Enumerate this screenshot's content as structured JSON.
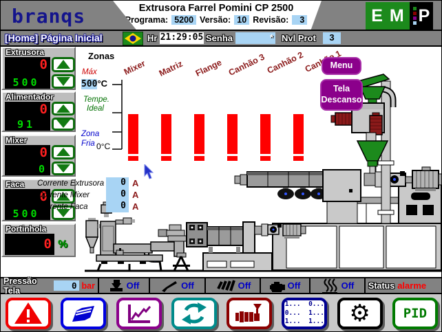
{
  "header": {
    "brand": "branqs",
    "title": "Extrusora Farrel Pomini CP 2500",
    "programa_label": "Programa:",
    "programa_value": "5200",
    "versao_label": "Versão:",
    "versao_value": "10",
    "revisao_label": "Revisão:",
    "revisao_value": "3",
    "logo": {
      "e": "E",
      "m": "M",
      "p": "P"
    }
  },
  "navbar": {
    "home": "[Home] Página Inicial",
    "hr_label": "Hr",
    "time": "21:29:05",
    "senha_label": "Senha",
    "senha_mask": "*",
    "nvl_label": "Nvl Prot",
    "nvl_value": "3"
  },
  "sidebar": {
    "panels": [
      {
        "label": "Extrusora",
        "value_red": "0",
        "value_green": "500"
      },
      {
        "label": "Alimentador",
        "value_red": "0",
        "value_green": "91"
      },
      {
        "label": "Mixer",
        "value_red": "0",
        "value_green": "0"
      },
      {
        "label": "Faca",
        "value_red": "0",
        "value_green": "500"
      },
      {
        "label": "Portinhola",
        "value_red": "0",
        "unit": "%"
      }
    ]
  },
  "zones": {
    "title": "Zonas",
    "labels": [
      "Mixer",
      "Matriz",
      "Flange",
      "Canhão 3",
      "Canhão 2",
      "Canhão 1"
    ],
    "scale": {
      "max_label": "Máx",
      "max_value": "500",
      "max_unit": "°C",
      "ideal_line1": "Tempe.",
      "ideal_line2": "Ideal",
      "cold_line1": "Zona",
      "cold_line2": "Fria",
      "min_value": "0",
      "min_unit": "°C"
    },
    "bar_color": "#FF0000",
    "bar_heights_pct": [
      75,
      75,
      75,
      75,
      75,
      75
    ]
  },
  "correntes": [
    {
      "label": "Corrente Extrusora",
      "value": "0",
      "unit": "A"
    },
    {
      "label": "Corrente Mixer",
      "value": "0",
      "unit": "A"
    },
    {
      "label": "Corrente Faca",
      "value": "0",
      "unit": "A"
    }
  ],
  "side_buttons": {
    "menu": "Menu",
    "descanso_line1": "Tela",
    "descanso_line2": "Descanso"
  },
  "statusbar": {
    "pressao_label": "Pressão Tela",
    "pressao_value": "0",
    "pressao_unit": "bar",
    "toggles": [
      {
        "icon": "diverter-valve-icon",
        "state": "Off"
      },
      {
        "icon": "knife-icon",
        "state": "Off"
      },
      {
        "icon": "screw-stripes-icon",
        "state": "Off"
      },
      {
        "icon": "pump-icon",
        "state": "Off"
      },
      {
        "icon": "heater-icon",
        "state": "Off"
      }
    ],
    "status_label": "Status",
    "status_value": "alarme"
  },
  "toolbar": {
    "io_line1": "1...  0...",
    "io_line2": "0...  1...",
    "io_line3": "1...  1...",
    "pid_label": "PID",
    "gear_glyph": "⚙"
  },
  "colors": {
    "accent_purple": "#8B008B",
    "alarm_red": "#FF0000",
    "value_blue_bg": "#A8D4F4",
    "led_green": "#00DC00",
    "led_red": "#FF2020",
    "machine_green": "#1c8a1c",
    "motor_maroon": "#8B1A1A"
  }
}
